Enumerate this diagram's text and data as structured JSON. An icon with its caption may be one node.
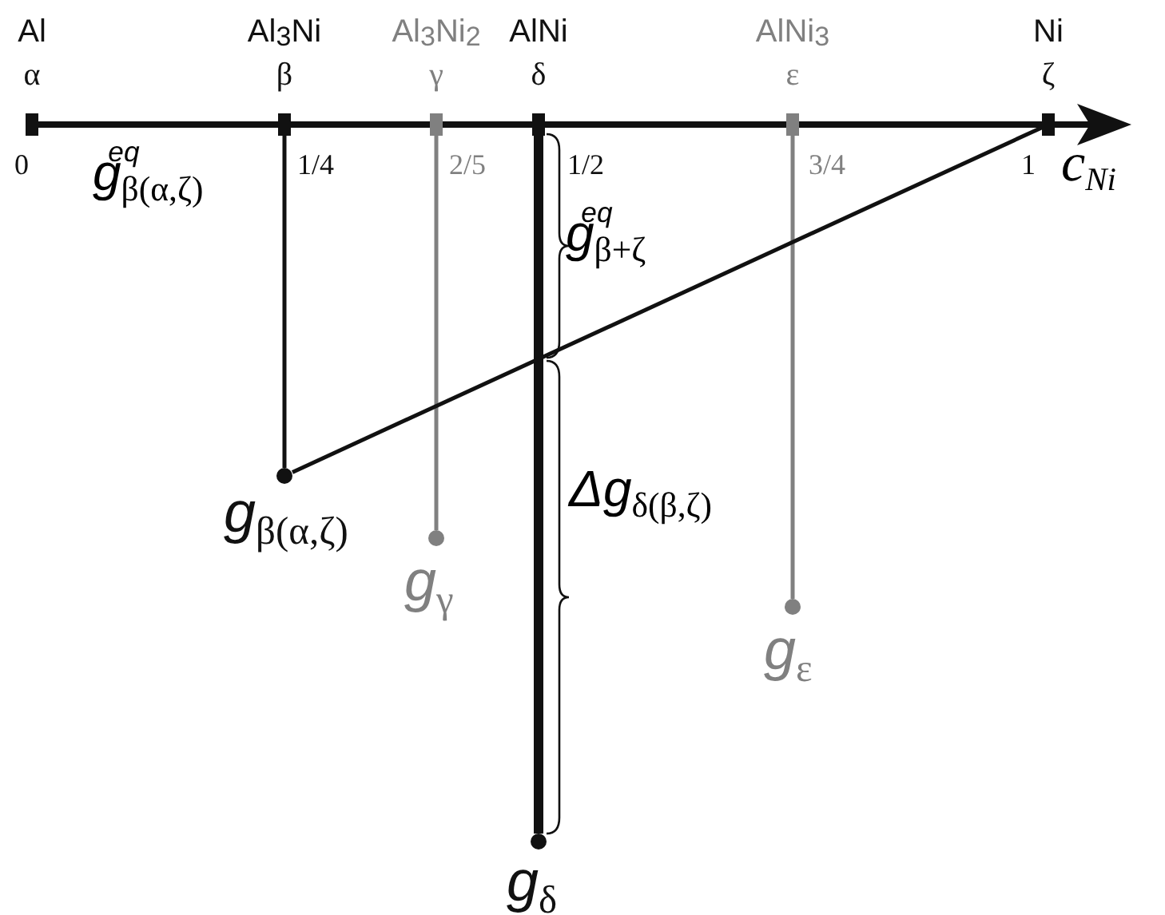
{
  "diagram": {
    "nodes": [
      {
        "text": [
          "Al",
          "α"
        ],
        "beside": [
          "0"
        ]
      },
      {
        "text": [
          "Al$_{3}$Ni",
          "β"
        ],
        "beside": [
          "1/4"
        ]
      },
      {
        "text": [
          "Al$_{3}$Ni$_{2}$",
          "γ"
        ],
        "beside": [
          "2/5"
        ]
      },
      {
        "text": [
          "AlNi",
          "δ"
        ],
        "beside": [
          "1/2"
        ]
      },
      {
        "text": [
          "AlNi$_{3}$",
          "ε"
        ],
        "beside": [
          "3/4"
        ]
      },
      {
        "text": [
          "Ni",
          "ζ"
        ],
        "beside": [
          "1"
        ]
      },
      {
        "text": [
          "g$_{β(α,ζ)}$"
        ]
      },
      {
        "text": [
          "g$_{γ}$"
        ]
      },
      {
        "text": [
          "g$_{ε}$"
        ]
      },
      {
        "text": [
          "g$_{δ}$"
        ]
      }
    ],
    "edges": [
      {
        "from": 1,
        "to": 6,
        "arrow": "none"
      },
      {
        "from": 2,
        "to": 7,
        "arrow": "none",
        "color": "#808080"
      },
      {
        "from": 3,
        "to": 9,
        "arrow": "none",
        "style": "thick"
      },
      {
        "from": 4,
        "to": 8,
        "arrow": "none",
        "color": "#808080"
      },
      {
        "from": 6,
        "to": 5,
        "arrow": "none"
      }
    ],
    "labels": [
      "g$^{eq}$$_{β(α,ζ)}$",
      "c$_{Ni}$",
      "g$^{eq}$$_{β+ζ}$",
      "Δg$_{δ(β,ζ)}$"
    ]
  }
}
